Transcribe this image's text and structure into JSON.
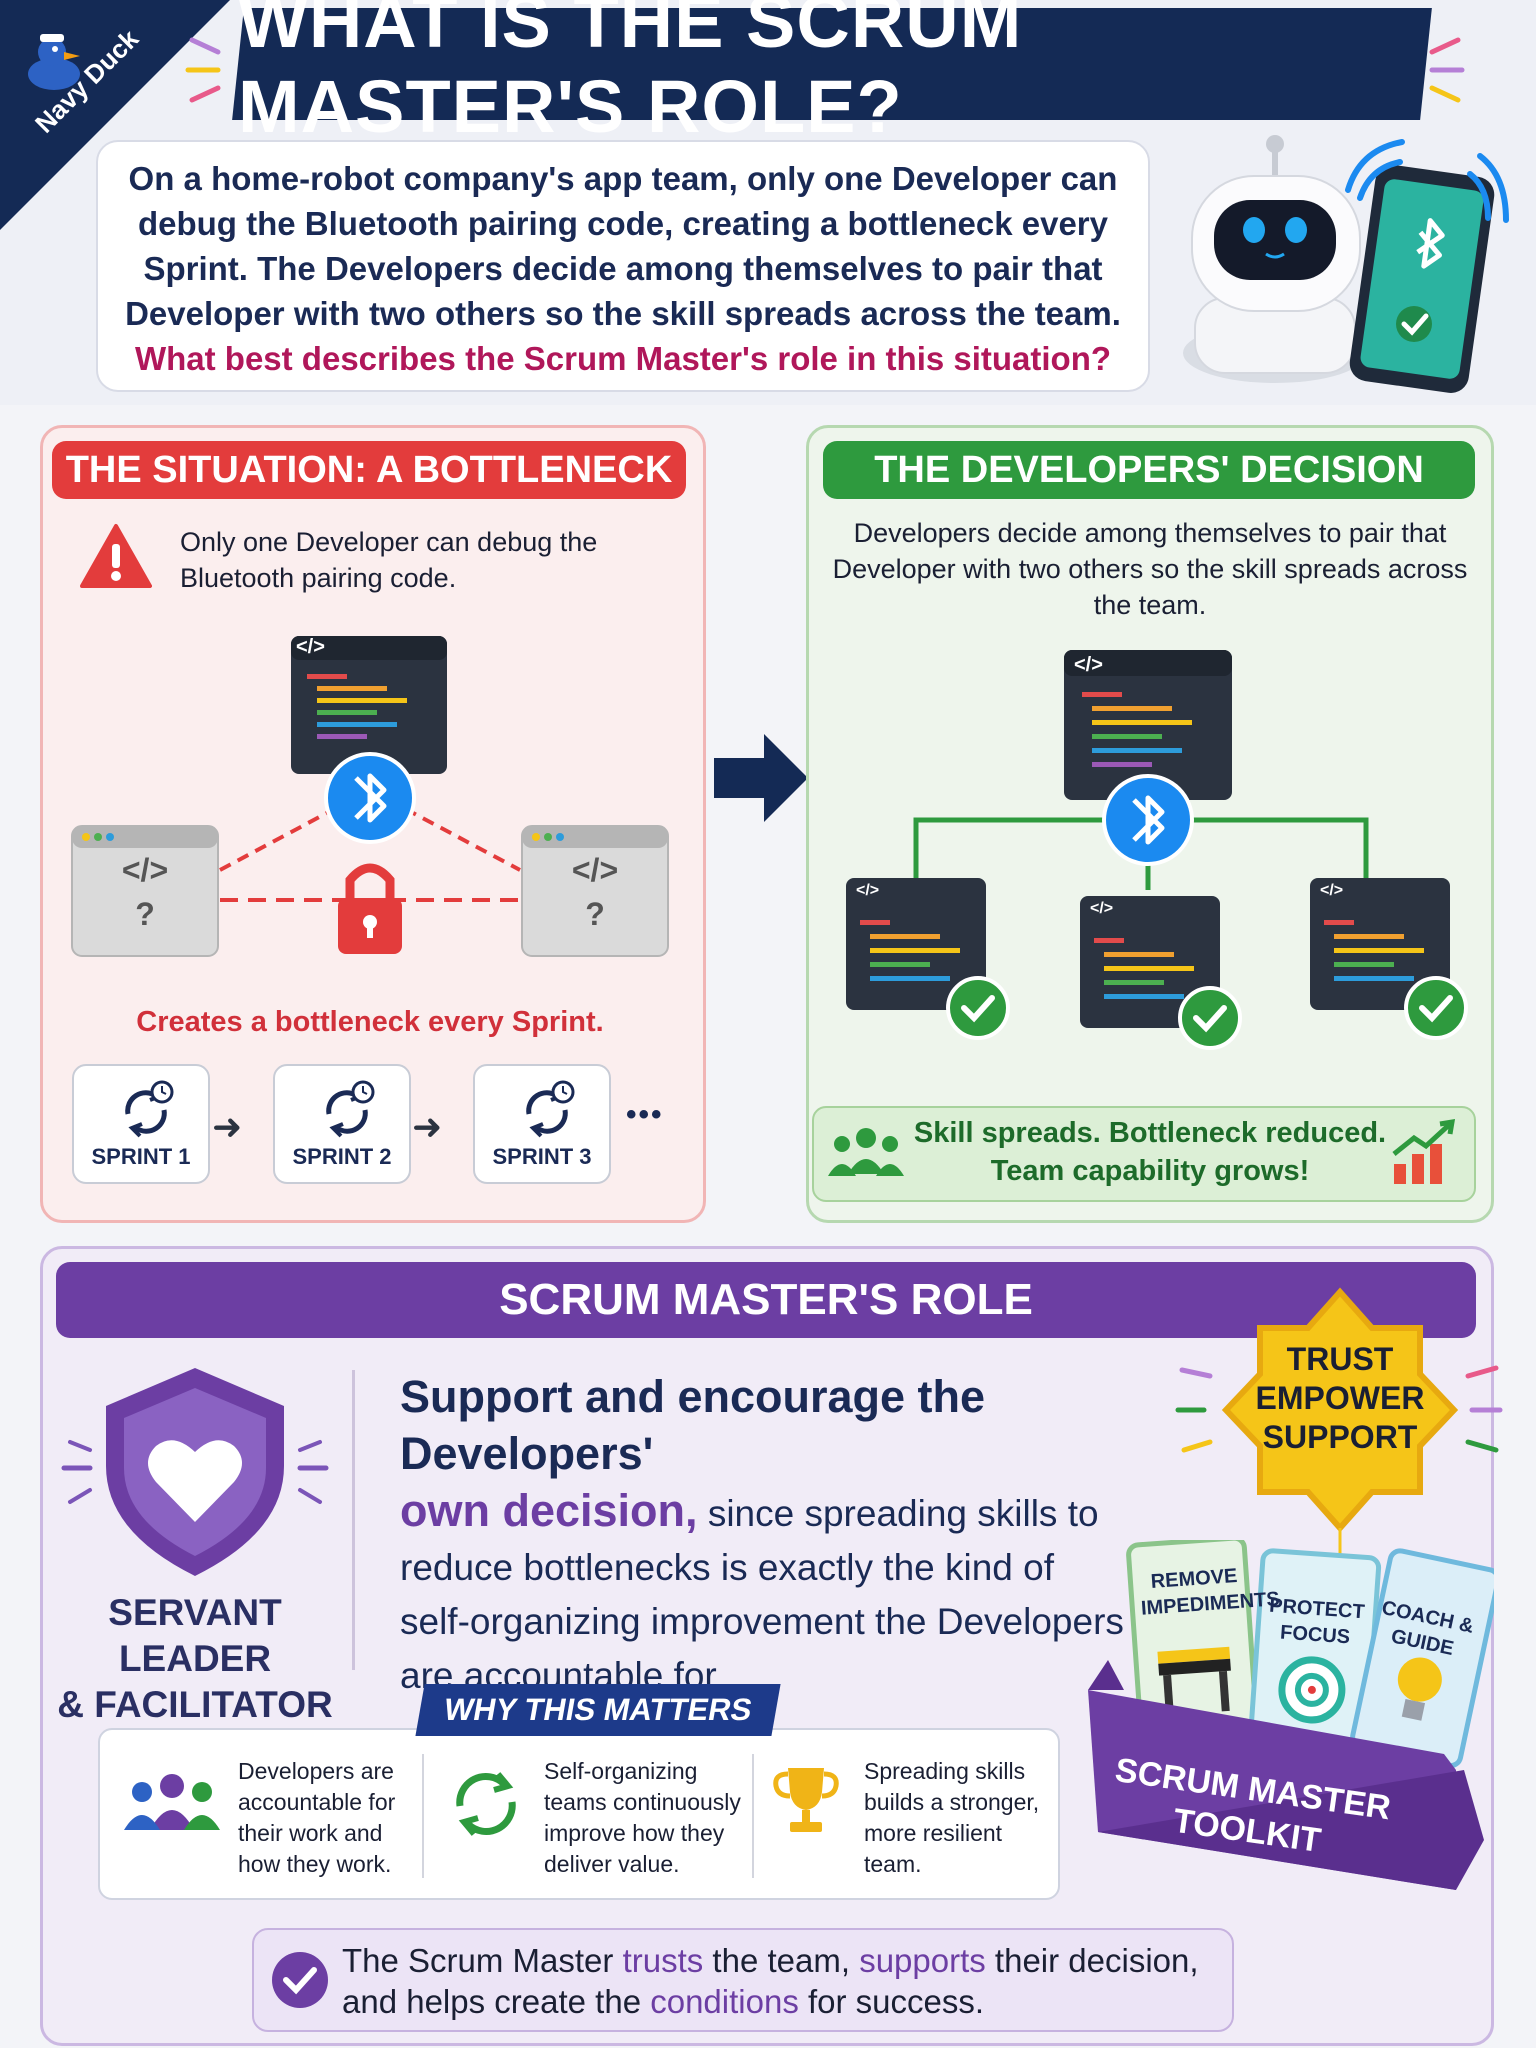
{
  "header": {
    "brand": "Navy Duck",
    "title": "WHAT IS THE SCRUM MASTER'S ROLE?"
  },
  "question": {
    "scenario": "On a home-robot company's app team, only one Developer can debug the Bluetooth pairing code, creating a bottleneck every Sprint. The Developers decide among themselves to pair that Developer with two others so the skill spreads across the team.",
    "ask": "What best describes the Scrum Master's role in this situation?"
  },
  "situation": {
    "heading": "THE SITUATION: A BOTTLENECK",
    "description": "Only one Developer can debug the Bluetooth pairing code.",
    "code_tag": "</>",
    "unknown": "?",
    "consequence": "Creates a bottleneck every Sprint.",
    "sprints": [
      "SPRINT 1",
      "SPRINT 2",
      "SPRINT 3"
    ],
    "more": "•••"
  },
  "decision": {
    "heading": "THE DEVELOPERS' DECISION",
    "description": "Developers decide among themselves to pair that Developer with two others so the skill spreads across the team.",
    "code_tag": "</>",
    "outcome_line1": "Skill spreads. Bottleneck reduced.",
    "outcome_line2": "Team capability grows!"
  },
  "role": {
    "heading": "SCRUM MASTER'S ROLE",
    "leader_line1": "SERVANT LEADER",
    "leader_line2": "& FACILITATOR",
    "main_part1": "Support and encourage the Developers'",
    "main_part2": "own decision,",
    "main_part3": "since spreading skills to reduce bottlenecks is exactly the kind of self-organizing improvement the Developers are accountable for.",
    "why_heading": "WHY THIS MATTERS",
    "why_items": [
      "Developers are accountable for their work and how they work.",
      "Self-organizing teams continuously improve how they deliver value.",
      "Spreading skills builds a stronger, more resilient team."
    ],
    "closing": {
      "t1": "The Scrum Master ",
      "trusts": "trusts",
      "t2": " the team, ",
      "supports": "supports",
      "t3": " their decision,",
      "t4": "and helps create the ",
      "conditions": "conditions",
      "t5": " for success."
    },
    "badge": [
      "TRUST",
      "EMPOWER",
      "SUPPORT"
    ],
    "cards": [
      "REMOVE IMPEDIMENTS",
      "PROTECT FOCUS",
      "COACH & GUIDE"
    ],
    "toolkit": "SCRUM MASTER TOOLKIT"
  },
  "colors": {
    "navy": "#142a55",
    "red": "#e33c3c",
    "green": "#2e9a3e",
    "purple": "#6c3ea3",
    "magenta": "#b0175a",
    "bluetooth": "#1b8af0",
    "gold": "#f5c518"
  }
}
